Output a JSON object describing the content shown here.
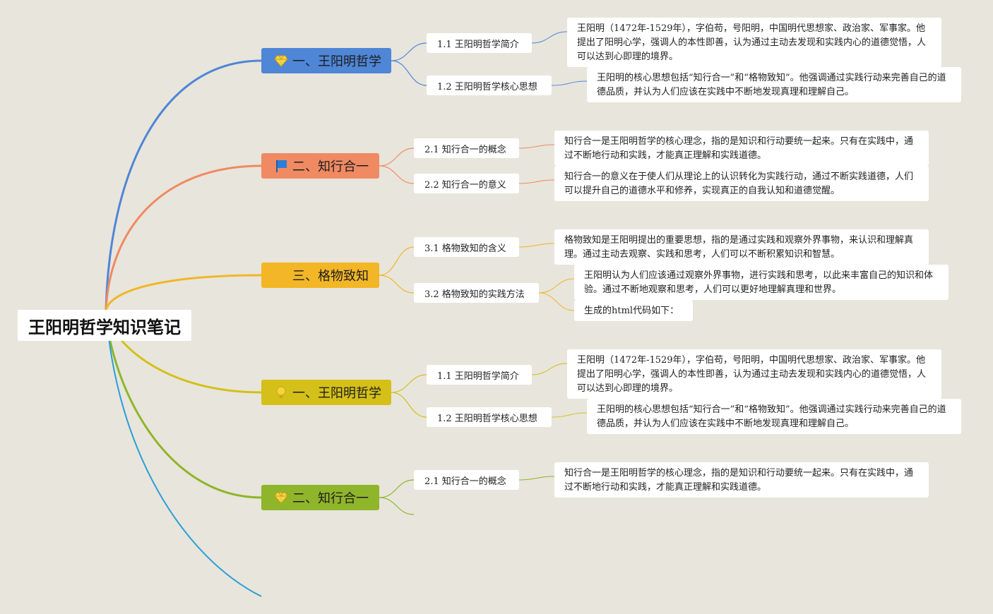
{
  "root": {
    "title": "王阳明哲学知识笔记"
  },
  "branches": [
    {
      "id": "b1",
      "label": "一、王阳明哲学",
      "icon": "diamond-icon",
      "color": "#4f86d6",
      "subs": [
        {
          "label": "1.1 王阳明哲学简介",
          "notes": [
            "王阳明（1472年-1529年），字伯苟，号阳明，中国明代思想家、政治家、军事家。他提出了阳明心学，强调人的本性即善，认为通过主动去发现和实践内心的道德觉悟，人可以达到心即理的境界。"
          ]
        },
        {
          "label": "1.2 王阳明哲学核心思想",
          "notes": [
            "王阳明的核心思想包括“知行合一”和“格物致知”。他强调通过实践行动来完善自己的道德品质，并认为人们应该在实践中不断地发现真理和理解自己。"
          ]
        }
      ]
    },
    {
      "id": "b2",
      "label": "二、知行合一",
      "icon": "flag-icon",
      "color": "#ef8a62",
      "subs": [
        {
          "label": "2.1 知行合一的概念",
          "notes": [
            "知行合一是王阳明哲学的核心理念，指的是知识和行动要统一起来。只有在实践中，通过不断地行动和实践，才能真正理解和实践道德。"
          ]
        },
        {
          "label": "2.2 知行合一的意义",
          "notes": [
            "知行合一的意义在于使人们从理论上的认识转化为实践行动，通过不断实践道德，人们可以提升自己的道德水平和修养，实现真正的自我认知和道德觉醒。"
          ]
        }
      ]
    },
    {
      "id": "b3",
      "label": "三、格物致知",
      "icon": "",
      "color": "#f2b626",
      "subs": [
        {
          "label": "3.1 格物致知的含义",
          "notes": [
            "格物致知是王阳明提出的重要思想，指的是通过实践和观察外界事物，来认识和理解真理。通过主动去观察、实践和思考，人们可以不断积累知识和智慧。"
          ]
        },
        {
          "label": "3.2 格物致知的实践方法",
          "notes": [
            "王阳明认为人们应该通过观察外界事物，进行实践和思考，以此来丰富自己的知识和体验。通过不断地观察和思考，人们可以更好地理解真理和世界。",
            "生成的html代码如下："
          ]
        }
      ]
    },
    {
      "id": "b4",
      "label": "一、王阳明哲学",
      "icon": "bulb-icon",
      "color": "#d4c019",
      "subs": [
        {
          "label": "1.1 王阳明哲学简介",
          "notes": [
            "王阳明（1472年-1529年），字伯苟，号阳明，中国明代思想家、政治家、军事家。他提出了阳明心学，强调人的本性即善，认为通过主动去发现和实践内心的道德觉悟，人可以达到心即理的境界。"
          ]
        },
        {
          "label": "1.2 王阳明哲学核心思想",
          "notes": [
            "王阳明的核心思想包括“知行合一”和“格物致知”。他强调通过实践行动来完善自己的道德品质，并认为人们应该在实践中不断地发现真理和理解自己。"
          ]
        }
      ]
    },
    {
      "id": "b5",
      "label": "二、知行合一",
      "icon": "diamond-icon",
      "color": "#8fb52a",
      "subs": [
        {
          "label": "2.1 知行合一的概念",
          "notes": [
            "知行合一是王阳明哲学的核心理念，指的是知识和行动要统一起来。只有在实践中，通过不断地行动和实践，才能真正理解和实践道德。"
          ]
        }
      ]
    },
    {
      "id": "b6",
      "label": "",
      "icon": "",
      "color": "#2a9fd8",
      "subs": []
    }
  ]
}
